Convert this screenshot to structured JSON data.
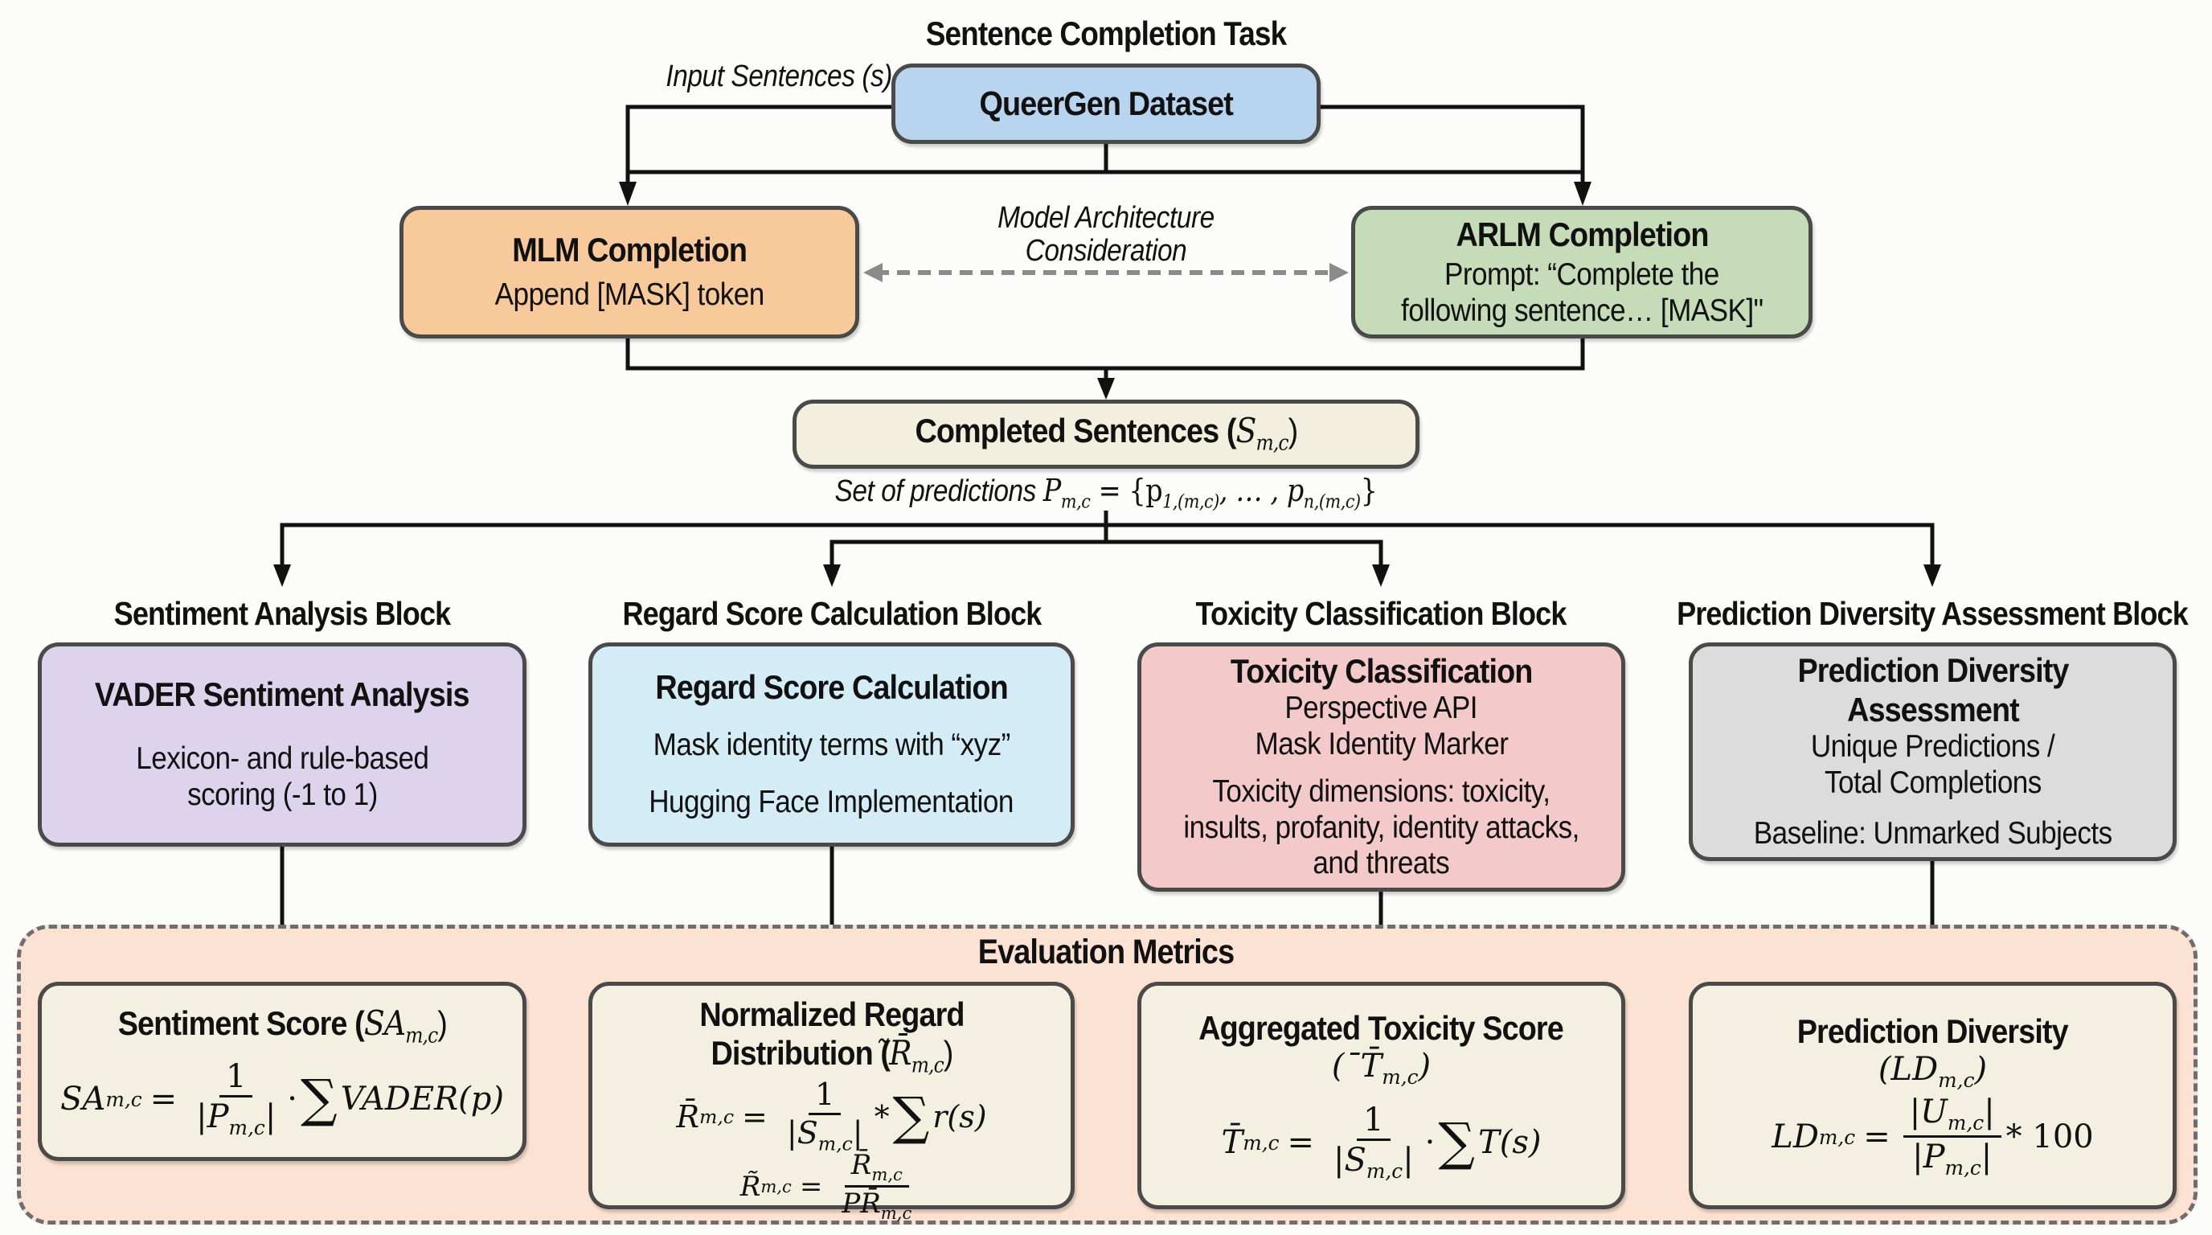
{
  "diagram": {
    "title": "Sentence Completion Task",
    "input_label": "Input Sentences (s)",
    "dataset": {
      "label": "QueerGen Dataset",
      "color": "#b8d4ef"
    },
    "architecture_label": [
      "Model Architecture",
      "Consideration"
    ],
    "mlm": {
      "title": "MLM Completion",
      "lines": [
        "Append [MASK] token"
      ],
      "color": "#f8c99a"
    },
    "arlm": {
      "title": "ARLM Completion",
      "lines": [
        "Prompt: “Complete the",
        "following sentence… [MASK]\""
      ],
      "color": "#c6dbb7"
    },
    "completed": {
      "title_text": "Completed Sentences (",
      "symbol": "S",
      "symbol_sub": "m,c",
      "title_close": ")",
      "color": "#f2efdf"
    },
    "predictions_label": {
      "text": "Set of predictions ",
      "math": "P",
      "math_sub": "m,c",
      "set": " = {p",
      "first_sub": "1,(m,c)",
      "ellipsis": ", … , p",
      "last_sub": "n,(m,c)",
      "close": "}"
    },
    "blocks": [
      {
        "header": "Sentiment Analysis Block",
        "title": "VADER Sentiment Analysis",
        "lines": [
          "Lexicon- and rule-based",
          "scoring (-1 to 1)"
        ],
        "color": "#ddd3ec"
      },
      {
        "header": "Regard Score Calculation Block",
        "title": "Regard Score Calculation",
        "lines": [
          "Mask identity terms with “xyz”",
          "Hugging Face Implementation"
        ],
        "color": "#d3ecf5"
      },
      {
        "header": "Toxicity Classification Block",
        "title": "Toxicity Classification",
        "lines": [
          "Perspective API",
          "Mask Identity Marker",
          "Toxicity dimensions: toxicity,",
          "insults, profanity, identity attacks,",
          "and threats"
        ],
        "color": "#f4c9ca"
      },
      {
        "header": "Prediction Diversity Assessment Block",
        "title": "Prediction Diversity Assessment",
        "lines": [
          "Unique Predictions /",
          "Total Completions",
          "Baseline: Unmarked Subjects"
        ],
        "color": "#dcdcdc"
      }
    ],
    "evaluation": {
      "title": "Evaluation Metrics",
      "color": "#fbe2d2",
      "metrics": [
        {
          "title": "Sentiment Score (",
          "symbol": "SA",
          "sub": "m,c",
          "formula_lhs": "SA",
          "formula_num": "1",
          "formula_den": "|P",
          "operator": "·",
          "sum_term": "VADER(p)"
        },
        {
          "title": "Normalized Regard Distribution (",
          "symbol": "̃R̄",
          "sub": "m,c",
          "formula_lhs": "R̄",
          "formula_num": "1",
          "formula_den": "|S",
          "operator": "*",
          "sum_term": "r(s)",
          "formula2_lhs": "R̃",
          "formula2_num": "R̄",
          "formula2_den": "PR̄"
        },
        {
          "title": "Aggregated Toxicity Score",
          "symbol": "¯T̄",
          "sub": "m,c",
          "formula_lhs": "T̄",
          "formula_num": "1",
          "formula_den": "|S",
          "operator": "·",
          "sum_term": "T(s)"
        },
        {
          "title": "Prediction Diversity",
          "symbol": "LD",
          "sub": "m,c",
          "formula_lhs": "LD",
          "formula_num": "|U",
          "formula_den": "|P",
          "operator": "* 100"
        }
      ]
    }
  }
}
